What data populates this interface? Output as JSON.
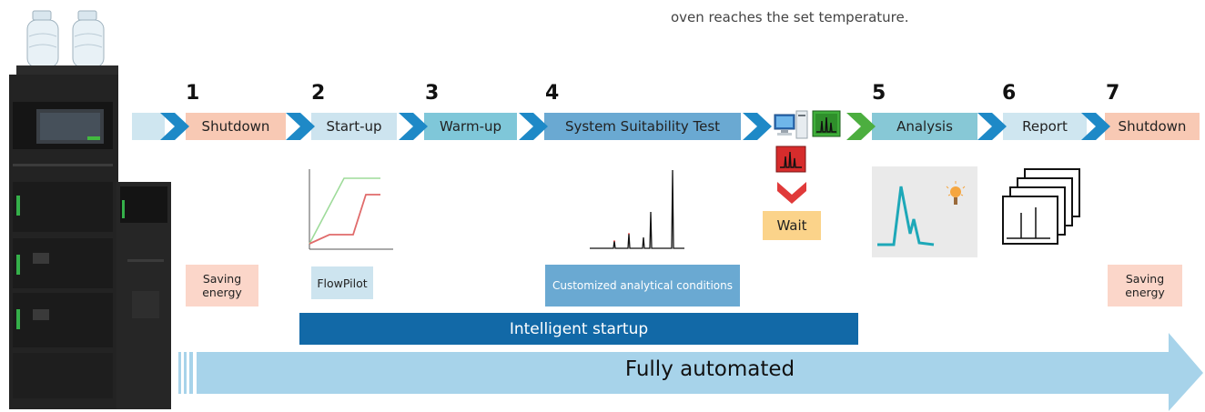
{
  "caption": {
    "partial_line": "...g",
    "line": "oven reaches the set temperature."
  },
  "steps": [
    {
      "number": "1",
      "label": "Shutdown"
    },
    {
      "number": "2",
      "label": "Start-up"
    },
    {
      "number": "3",
      "label": "Warm-up"
    },
    {
      "number": "4",
      "label": "System Suitability Test"
    },
    {
      "number": "5",
      "label": "Analysis"
    },
    {
      "number": "6",
      "label": "Report"
    },
    {
      "number": "7",
      "label": "Shutdown"
    }
  ],
  "notes": {
    "saving_energy_left": "Saving energy",
    "flowpilot": "FlowPilot",
    "customized": "Customized analytical conditions",
    "wait": "Wait",
    "saving_energy_right": "Saving energy"
  },
  "bars": {
    "intelligent_startup": "Intelligent startup",
    "fully_automated": "Fully automated"
  },
  "colors": {
    "shutdown": "#f8c9b4",
    "startup": "#cde4ef",
    "warmup": "#7fc7d9",
    "sst": "#6aa9d2",
    "analysis": "#87c8d6",
    "report": "#cfe6f0",
    "chevron_blue": "#1e89c7",
    "chevron_green": "#4cae3f",
    "intelligent_bar": "#1269a7",
    "fully_automated": "#a7d3ea",
    "wait_box": "#fbd38a",
    "saving_energy_box": "#fbd6c9"
  }
}
